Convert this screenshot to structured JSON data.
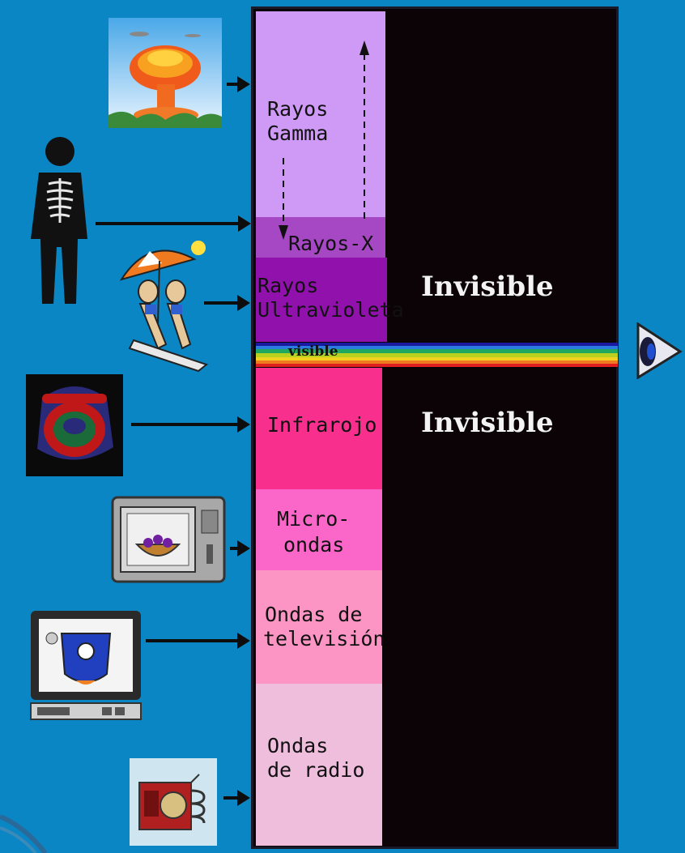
{
  "bands": {
    "gamma": [
      "Rayos",
      "Gamma"
    ],
    "xray": "Rayos-X",
    "uv": [
      "Rayos",
      "Ultravioleta"
    ],
    "visible": "visible",
    "infrared": "Infrarojo",
    "micro": [
      "Micro-",
      "ondas"
    ],
    "tv": [
      "Ondas de",
      "televisión"
    ],
    "radio": [
      "Ondas",
      "de radio"
    ]
  },
  "invisible_top": "Invisible",
  "invisible_bottom": "Invisible",
  "icons": [
    "mushroom-cloud-icon",
    "xray-person-icon",
    "sunbathers-icon",
    "thermal-image-icon",
    "microwave-oven-icon",
    "television-icon",
    "radio-icon",
    "eye-icon"
  ],
  "colors": {
    "background": "#0b86c4",
    "gamma": "#cf9af5",
    "xray": "#a648c4",
    "uv": "#9111ad",
    "infrared": "#f92f8d",
    "micro": "#fb67c8",
    "tv": "#fd95c4",
    "radio": "#f0bedd"
  }
}
